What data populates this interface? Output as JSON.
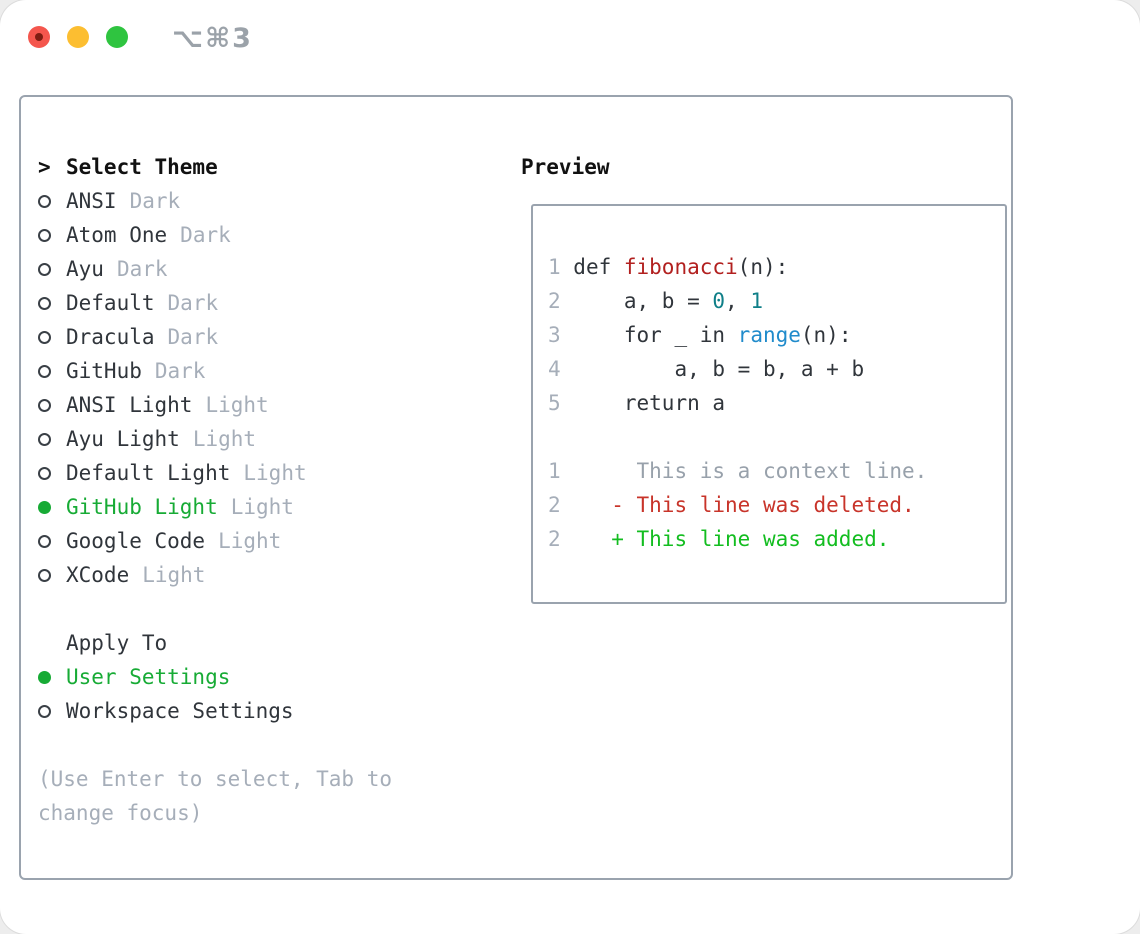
{
  "titlebar": {
    "shortcut": "⌥⌘3"
  },
  "theme_panel": {
    "header": {
      "prompt": ">",
      "label": "Select Theme"
    },
    "themes": [
      {
        "name": "ANSI",
        "variant": "Dark",
        "selected": false
      },
      {
        "name": "Atom One",
        "variant": "Dark",
        "selected": false
      },
      {
        "name": "Ayu",
        "variant": "Dark",
        "selected": false
      },
      {
        "name": "Default",
        "variant": "Dark",
        "selected": false
      },
      {
        "name": "Dracula",
        "variant": "Dark",
        "selected": false
      },
      {
        "name": "GitHub",
        "variant": "Dark",
        "selected": false
      },
      {
        "name": "ANSI Light",
        "variant": "Light",
        "selected": false
      },
      {
        "name": "Ayu Light",
        "variant": "Light",
        "selected": false
      },
      {
        "name": "Default Light",
        "variant": "Light",
        "selected": false
      },
      {
        "name": "GitHub Light",
        "variant": "Light",
        "selected": true
      },
      {
        "name": "Google Code",
        "variant": "Light",
        "selected": false
      },
      {
        "name": "XCode",
        "variant": "Light",
        "selected": false
      }
    ],
    "apply_to": {
      "label": "Apply To",
      "options": [
        {
          "name": "User Settings",
          "selected": true
        },
        {
          "name": "Workspace Settings",
          "selected": false
        }
      ]
    },
    "help_text": "(Use Enter to select, Tab to change focus)"
  },
  "preview": {
    "title": "Preview",
    "code_lines": [
      {
        "num": "1",
        "segments": [
          [
            " def ",
            "code"
          ],
          [
            "fibonacci",
            "func"
          ],
          [
            "(n):",
            "code"
          ]
        ]
      },
      {
        "num": "2",
        "segments": [
          [
            "     a, b = ",
            "code"
          ],
          [
            "0",
            "num"
          ],
          [
            ", ",
            "code"
          ],
          [
            "1",
            "num"
          ]
        ]
      },
      {
        "num": "3",
        "segments": [
          [
            "     for _ in ",
            "code"
          ],
          [
            "range",
            "builtin"
          ],
          [
            "(n):",
            "code"
          ]
        ]
      },
      {
        "num": "4",
        "segments": [
          [
            "         a, b = b, a + b",
            "code"
          ]
        ]
      },
      {
        "num": "5",
        "segments": [
          [
            "     return a",
            "code"
          ]
        ]
      },
      {
        "num": "",
        "segments": []
      },
      {
        "num": "1",
        "segments": [
          [
            "      This is a context line.",
            "context"
          ]
        ]
      },
      {
        "num": "2",
        "segments": [
          [
            "    - This line was deleted.",
            "deleted"
          ]
        ]
      },
      {
        "num": "2",
        "segments": [
          [
            "    + This line was added.",
            "added"
          ]
        ]
      }
    ]
  },
  "colors": {
    "accent_green": "#17ab35",
    "text_dark": "#30353b",
    "text_muted": "#a6aeb9",
    "border": "#9aa3ae",
    "code_default": "#30353b",
    "code_function": "#b2201f",
    "code_number": "#0f7f88",
    "code_builtin": "#208bcb",
    "diff_context": "#98a1ab",
    "diff_deleted": "#c8342a",
    "diff_added": "#13bd20",
    "line_number": "#a6aeb9",
    "traffic_red": "#f4564d",
    "traffic_red_dot": "#7d1d12",
    "traffic_yellow": "#fcbe31",
    "traffic_green": "#2fc440",
    "shortcut_gray": "#9ba2a9"
  }
}
